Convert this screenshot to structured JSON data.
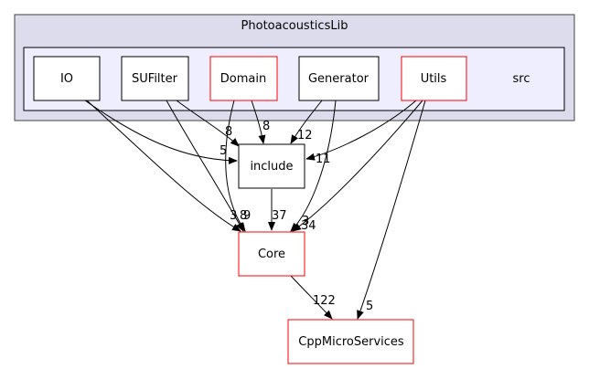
{
  "outer_cluster": {
    "label": "PhotoacousticsLib"
  },
  "inner_cluster": {
    "label": "src"
  },
  "nodes": {
    "io": "IO",
    "sufilter": "SUFilter",
    "domain": "Domain",
    "generator": "Generator",
    "utils": "Utils",
    "include": "include",
    "core": "Core",
    "cppmicroservices": "CppMicroServices"
  },
  "edges": {
    "io_include": "5",
    "io_core": "3",
    "sufilter_include": "8",
    "sufilter_core": "9",
    "domain_include": "8",
    "domain_core": "8",
    "generator_include": "12",
    "generator_core": "3",
    "utils_include": "11",
    "utils_core": "34",
    "utils_cpp": "5",
    "include_core": "37",
    "core_cpp": "122"
  },
  "colors": {
    "outer_fill": "#dcdcec",
    "outer_stroke": "#404040",
    "inner_fill": "#eeeeff",
    "node_stroke_default": "#000000",
    "node_stroke_highlight": "#ff0000"
  }
}
